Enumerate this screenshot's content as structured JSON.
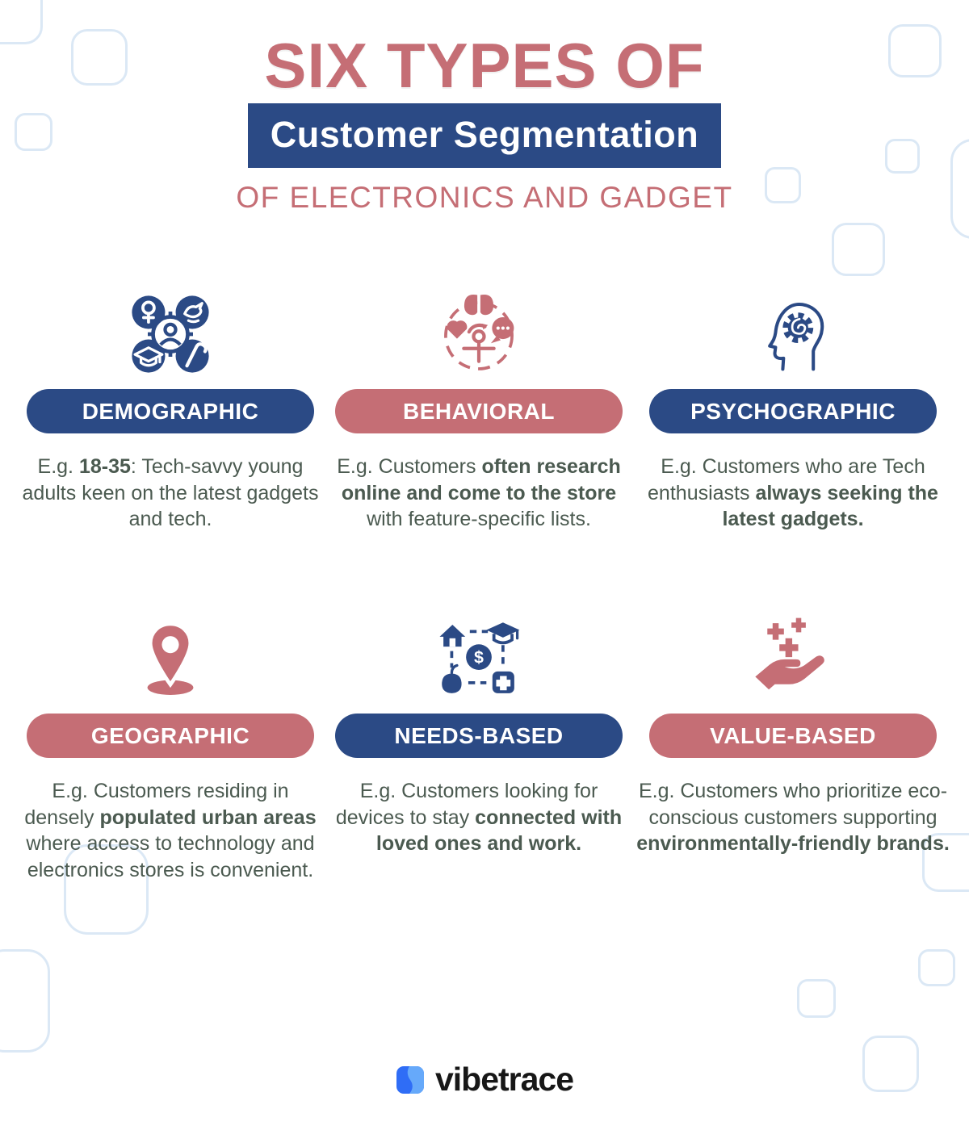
{
  "colors": {
    "rose": "#c56e75",
    "blue": "#2b4a85",
    "body_text": "#4b5a50",
    "decoration_outline": "#dbe8f5",
    "logo_blue": "#2f6df6",
    "logo_blue_light": "#66a9fa"
  },
  "header": {
    "title": "SIX TYPES OF",
    "banner": "Customer Segmentation",
    "subtitle": "OF ELECTRONICS AND GADGET"
  },
  "cards": [
    {
      "label": "DEMOGRAPHIC",
      "icon": "demographic-icon",
      "pill_color": "#2b4a85",
      "description": [
        {
          "text": "E.g. "
        },
        {
          "text": "18-35",
          "bold": true
        },
        {
          "text": ": Tech-savvy young adults keen on the latest gadgets and tech."
        }
      ]
    },
    {
      "label": "BEHAVIORAL",
      "icon": "behavioral-icon",
      "pill_color": "#c56e75",
      "description": [
        {
          "text": "E.g. Customers "
        },
        {
          "text": "often research online and come to the store",
          "bold": true
        },
        {
          "text": " with feature-specific lists."
        }
      ]
    },
    {
      "label": "PSYCHOGRAPHIC",
      "icon": "psychographic-icon",
      "pill_color": "#2b4a85",
      "description": [
        {
          "text": "E.g. Customers who are Tech enthusiasts "
        },
        {
          "text": "always seeking the latest gadgets.",
          "bold": true
        }
      ]
    },
    {
      "label": "GEOGRAPHIC",
      "icon": "geographic-icon",
      "pill_color": "#c56e75",
      "description": [
        {
          "text": "E.g. Customers residing in densely "
        },
        {
          "text": "populated urban areas",
          "bold": true
        },
        {
          "text": " where access to technology and electronics stores is convenient."
        }
      ]
    },
    {
      "label": "NEEDS-BASED",
      "icon": "needs-based-icon",
      "pill_color": "#2b4a85",
      "description": [
        {
          "text": "E.g. Customers looking for devices to stay "
        },
        {
          "text": "connected with loved ones and work.",
          "bold": true
        }
      ]
    },
    {
      "label": "VALUE-BASED",
      "icon": "value-based-icon",
      "pill_color": "#c56e75",
      "description": [
        {
          "text": "E.g. Customers who prioritize eco-conscious customers supporting "
        },
        {
          "text": "environmentally-friendly brands.",
          "bold": true
        }
      ]
    }
  ],
  "footer": {
    "brand": "vibetrace"
  }
}
